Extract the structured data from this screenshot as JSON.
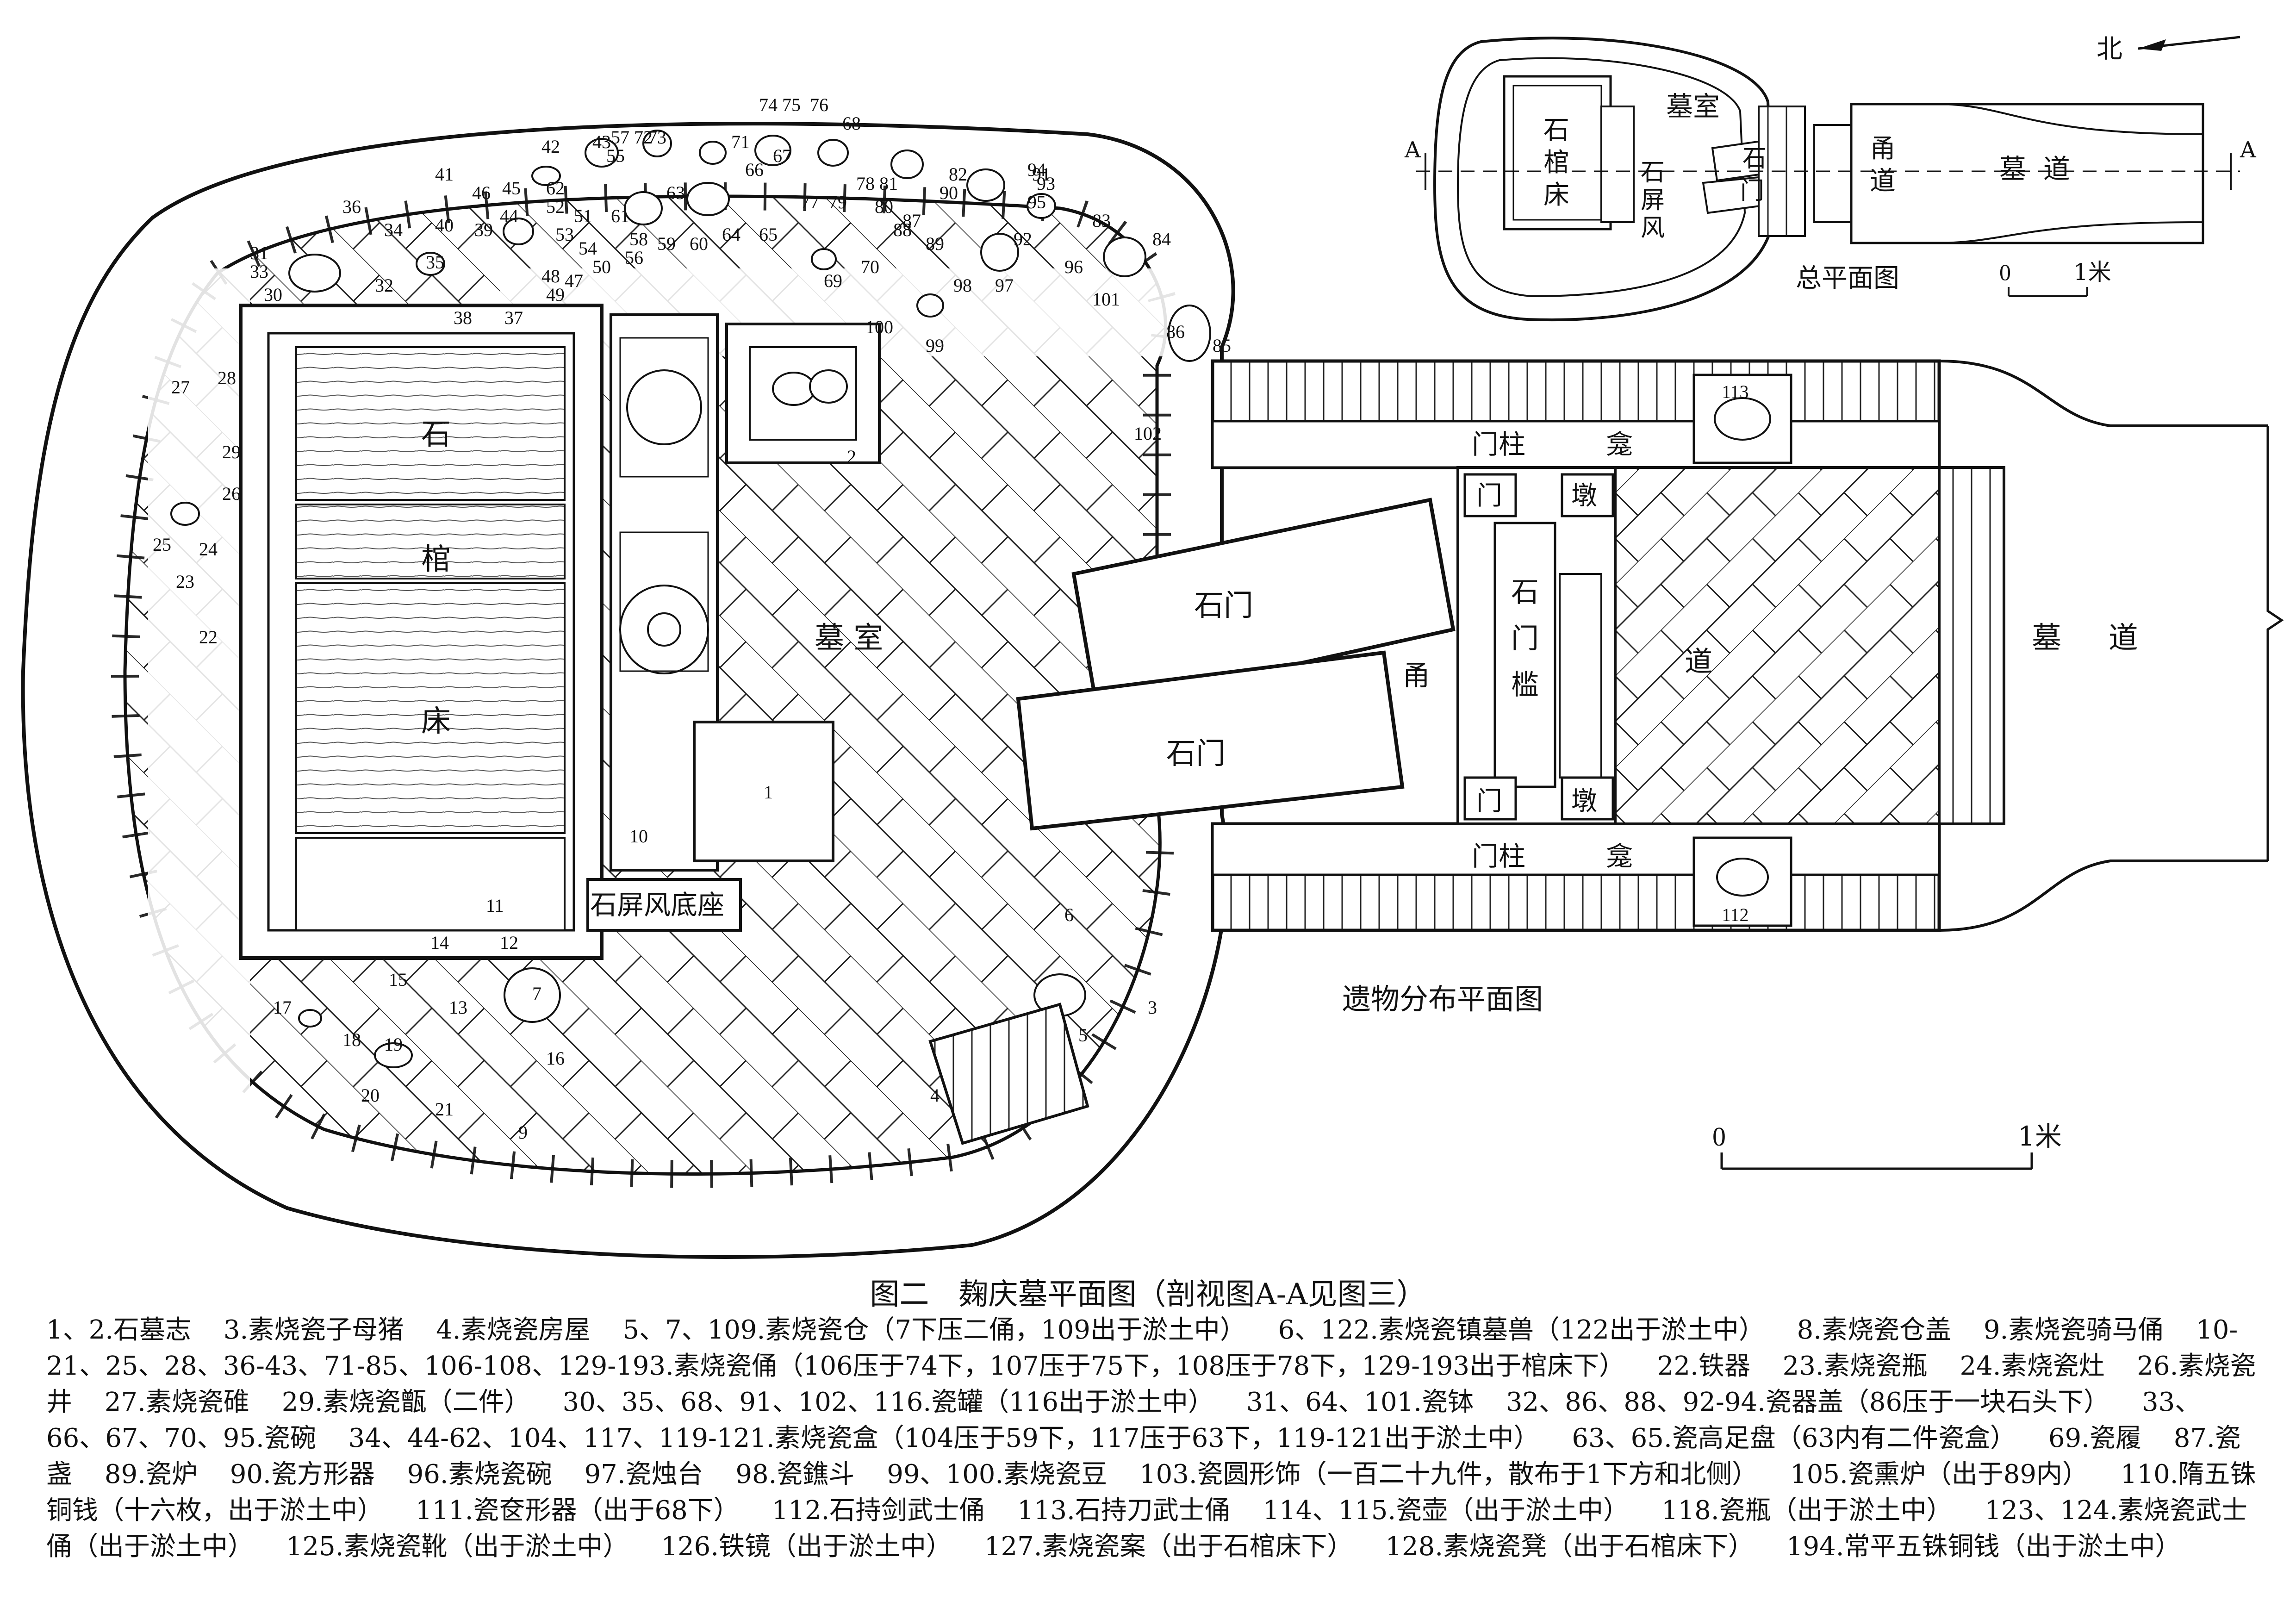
{
  "north_label": "北",
  "section_mark": "A",
  "overview": {
    "title": "总平面图",
    "room": "墓室",
    "coffin_bed": [
      "石",
      "棺",
      "床"
    ],
    "screen": [
      "石",
      "屏",
      "风"
    ],
    "door": [
      "石",
      "门"
    ],
    "corridor": [
      "甬",
      "道"
    ],
    "passage": "墓  道"
  },
  "scale": {
    "zero": "0",
    "one": "1米"
  },
  "main_plan": {
    "title": "遗物分布平面图",
    "chamber": "墓   室",
    "coffin_bed": [
      "石",
      "棺",
      "床"
    ],
    "screen_base": "石屏风底座",
    "stone_door_upper": "石门",
    "stone_door_lower": "石门",
    "door_post_upper": "门柱",
    "door_post_lower": "门柱",
    "niche_upper": "龛",
    "niche_lower": "龛",
    "door_pier_upper": [
      "门",
      "墩"
    ],
    "door_pier_lower": [
      "门",
      "墩"
    ],
    "threshold": [
      "石",
      "门",
      "槛"
    ],
    "corridor": [
      "甬",
      "道"
    ],
    "passage": "墓     道"
  },
  "item_numbers": [
    "1",
    "2",
    "3",
    "4",
    "5",
    "6",
    "7",
    "9",
    "10",
    "11",
    "12",
    "13",
    "14",
    "15",
    "16",
    "17",
    "18",
    "19",
    "20",
    "21",
    "22",
    "23",
    "24",
    "25",
    "26",
    "27",
    "28",
    "29",
    "30",
    "31",
    "32",
    "33",
    "34",
    "35",
    "36",
    "37",
    "38",
    "39",
    "40",
    "41",
    "42",
    "43",
    "44",
    "45",
    "46",
    "47",
    "48",
    "49",
    "50",
    "51",
    "52",
    "53",
    "54",
    "55",
    "56",
    "57",
    "58",
    "59",
    "60",
    "61",
    "62",
    "63",
    "64",
    "65",
    "66",
    "67",
    "68",
    "69",
    "70",
    "71",
    "72",
    "73",
    "74",
    "75",
    "76",
    "77",
    "78",
    "79",
    "80",
    "81",
    "82",
    "83",
    "84",
    "85",
    "86",
    "87",
    "88",
    "89",
    "90",
    "91",
    "92",
    "93",
    "94",
    "95",
    "96",
    "97",
    "98",
    "99",
    "100",
    "101",
    "102",
    "112",
    "113"
  ],
  "caption": "图二　麹庆墓平面图（剖视图A-A见图三）",
  "legend": [
    "1、2.石墓志",
    "3.素烧瓷子母猪",
    "4.素烧瓷房屋",
    "5、7、109.素烧瓷仓（7下压二俑，109出于淤土中）",
    "6、122.素烧瓷镇墓兽（122出于淤土中）",
    "8.素烧瓷仓盖",
    "9.素烧瓷骑马俑",
    "10-21、25、28、36-43、71-85、106-108、129-193.素烧瓷俑（106压于74下，107压于75下，108压于78下，129-193出于棺床下）",
    "22.铁器",
    "23.素烧瓷瓶",
    "24.素烧瓷灶",
    "26.素烧瓷井",
    "27.素烧瓷碓",
    "29.素烧瓷甑（二件）",
    "30、35、68、91、102、116.瓷罐（116出于淤土中）",
    "31、64、101.瓷钵",
    "32、86、88、92-94.瓷器盖（86压于一块石头下）",
    "33、66、67、70、95.瓷碗",
    "34、44-62、104、117、119-121.素烧瓷盒（104压于59下，117压于63下，119-121出于淤土中）",
    "63、65.瓷高足盘（63内有二件瓷盒）",
    "69.瓷履",
    "87.瓷盏",
    "89.瓷炉",
    "90.瓷方形器",
    "96.素烧瓷碗",
    "97.瓷烛台",
    "98.瓷鐎斗",
    "99、100.素烧瓷豆",
    "103.瓷圆形饰（一百二十九件，散布于1下方和北侧）",
    "105.瓷熏炉（出于89内）",
    "110.隋五铢铜钱（十六枚，出于淤土中）",
    "111.瓷奁形器（出于68下）",
    "112.石持剑武士俑",
    "113.石持刀武士俑",
    "114、115.瓷壶（出于淤土中）",
    "118.瓷瓶（出于淤土中）",
    "123、124.素烧瓷武士俑（出于淤土中）",
    "125.素烧瓷靴（出于淤土中）",
    "126.铁镜（出于淤土中）",
    "127.素烧瓷案（出于石棺床下）",
    "128.素烧瓷凳（出于石棺床下）",
    "194.常平五铢铜钱（出于淤土中）"
  ]
}
